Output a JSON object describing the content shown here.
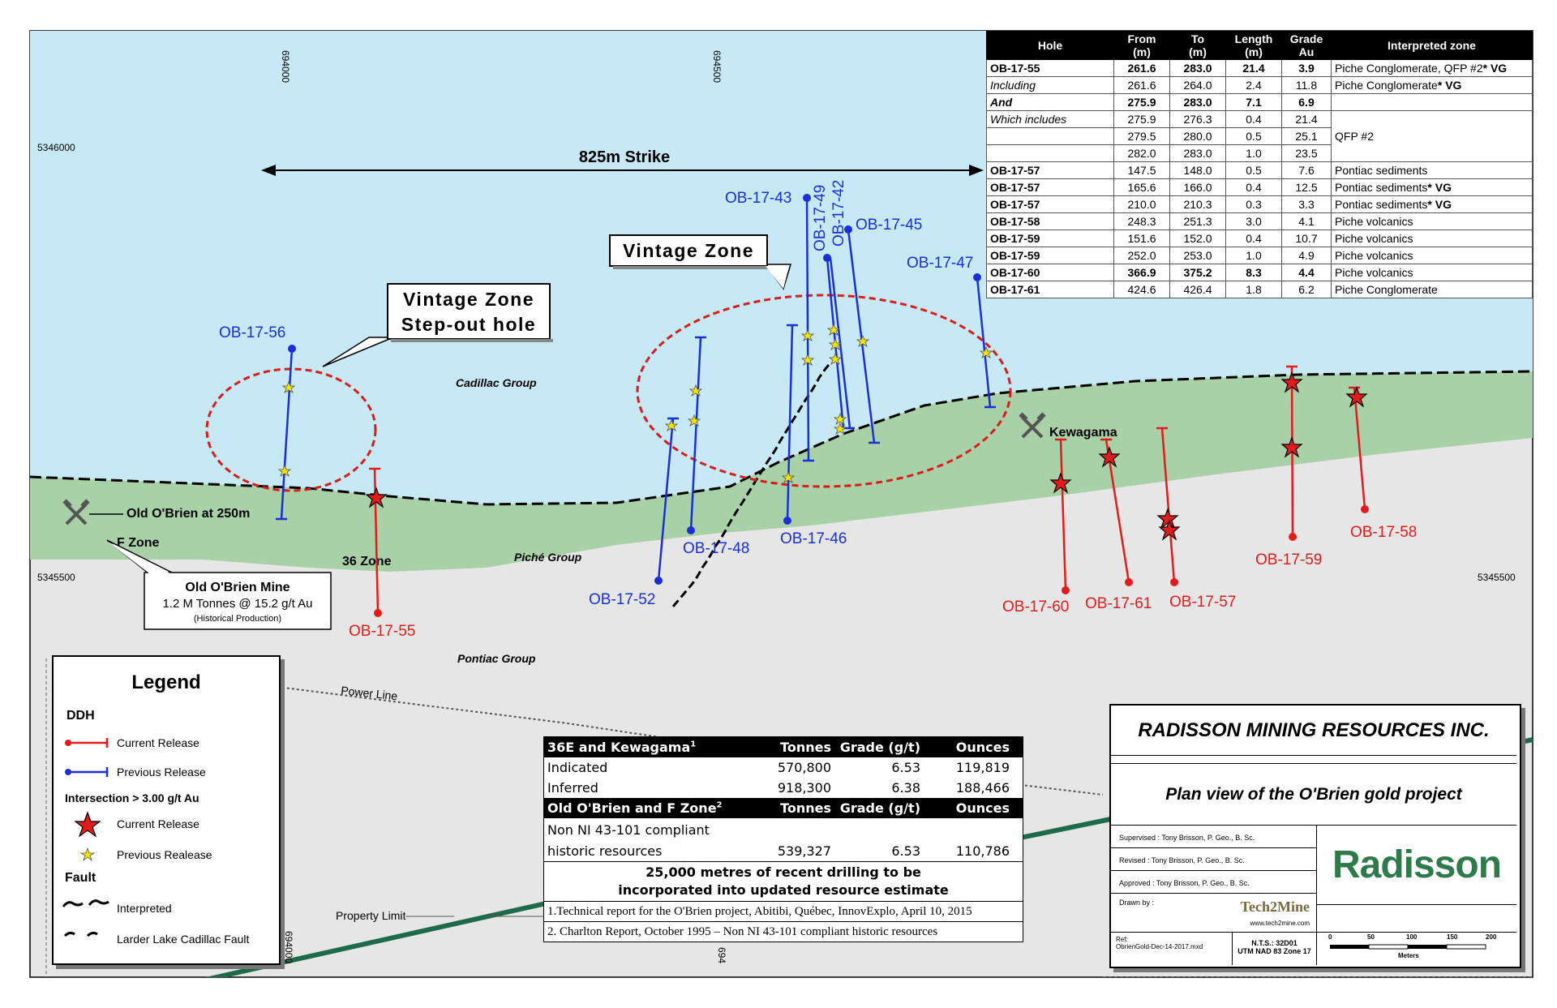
{
  "map": {
    "coordinates": {
      "x_top_left": "694000",
      "x_top_mid": "694500",
      "y_left_upper": "5346000",
      "y_left_lower": "5345500",
      "y_right_lower": "5345500",
      "x_bottom_left": "694000",
      "x_bottom_mid": "694"
    },
    "strike_label": "825m Strike",
    "labels": {
      "vintage_zone": "Vintage Zone",
      "vintage_stepout_line1": "Vintage Zone",
      "vintage_stepout_line2": "Step-out hole",
      "cadillac_group": "Cadillac Group",
      "piche_group": "Piché Group",
      "pontiac_group": "Pontiac Group",
      "kewagama": "Kewagama",
      "old_obrien_250": "Old O'Brien at 250m",
      "f_zone": "F Zone",
      "zone_36": "36 Zone",
      "power_line": "Power Line",
      "property_limit": "Property Limit"
    },
    "mine_box": {
      "title": "Old O'Brien Mine",
      "line2": "1.2 M Tonnes @ 15.2 g/t Au",
      "line3": "(Historical Production)"
    },
    "holes_previous": [
      "OB-17-56",
      "OB-17-52",
      "OB-17-48",
      "OB-17-46",
      "OB-17-43",
      "OB-17-49",
      "OB-17-42",
      "OB-17-45",
      "OB-17-47"
    ],
    "holes_current": [
      "OB-17-55",
      "OB-17-60",
      "OB-17-61",
      "OB-17-57",
      "OB-17-59",
      "OB-17-58"
    ]
  },
  "intercepts": {
    "headers": [
      {
        "l1": "Hole",
        "l2": ""
      },
      {
        "l1": "From",
        "l2": "(m)"
      },
      {
        "l1": "To",
        "l2": "(m)"
      },
      {
        "l1": "Length",
        "l2": "(m)"
      },
      {
        "l1": "Grade",
        "l2": "Au"
      },
      {
        "l1": "Interpreted zone",
        "l2": ""
      }
    ],
    "rows": [
      {
        "hole": "OB-17-55",
        "from": "261.6",
        "to": "283.0",
        "length": "21.4",
        "grade": "3.9",
        "zone": "Piche Conglomerate, QFP #2",
        "vg": "* VG",
        "bold": true
      },
      {
        "hole": "Including",
        "from": "261.6",
        "to": "264.0",
        "length": "2.4",
        "grade": "11.8",
        "zone": "Piche Conglomerate",
        "vg": "* VG",
        "italic": true
      },
      {
        "hole": "And",
        "from": "275.9",
        "to": "283.0",
        "length": "7.1",
        "grade": "6.9",
        "zone": "",
        "vg": "",
        "italic": true,
        "bold": true
      },
      {
        "hole": "Which includes",
        "from": "275.9",
        "to": "276.3",
        "length": "0.4",
        "grade": "21.4",
        "zone": "QFP #2",
        "vg": "",
        "italic": true
      },
      {
        "hole": "",
        "from": "279.5",
        "to": "280.0",
        "length": "0.5",
        "grade": "25.1",
        "zone": "",
        "vg": ""
      },
      {
        "hole": "",
        "from": "282.0",
        "to": "283.0",
        "length": "1.0",
        "grade": "23.5",
        "zone": "",
        "vg": ""
      },
      {
        "hole": "OB-17-57",
        "from": "147.5",
        "to": "148.0",
        "length": "0.5",
        "grade": "7.6",
        "zone": "Pontiac sediments",
        "vg": ""
      },
      {
        "hole": "OB-17-57",
        "from": "165.6",
        "to": "166.0",
        "length": "0.4",
        "grade": "12.5",
        "zone": "Pontiac sediments",
        "vg": "* VG"
      },
      {
        "hole": "OB-17-57",
        "from": "210.0",
        "to": "210.3",
        "length": "0.3",
        "grade": "3.3",
        "zone": "Pontiac sediments",
        "vg": "* VG"
      },
      {
        "hole": "OB-17-58",
        "from": "248.3",
        "to": "251.3",
        "length": "3.0",
        "grade": "4.1",
        "zone": "Piche volcanics",
        "vg": ""
      },
      {
        "hole": "OB-17-59",
        "from": "151.6",
        "to": "152.0",
        "length": "0.4",
        "grade": "10.7",
        "zone": "Piche volcanics",
        "vg": ""
      },
      {
        "hole": "OB-17-59",
        "from": "252.0",
        "to": "253.0",
        "length": "1.0",
        "grade": "4.9",
        "zone": "Piche volcanics",
        "vg": ""
      },
      {
        "hole": "OB-17-60",
        "from": "366.9",
        "to": "375.2",
        "length": "8.3",
        "grade": "4.4",
        "zone": "Piche volcanics",
        "vg": "",
        "bold": true
      },
      {
        "hole": "OB-17-61",
        "from": "424.6",
        "to": "426.4",
        "length": "1.8",
        "grade": "6.2",
        "zone": "Piche Conglomerate",
        "vg": ""
      }
    ]
  },
  "resources": {
    "section1": {
      "title": "36E and Kewagama",
      "sup": "1",
      "tonnes": "Tonnes",
      "grade": "Grade (g/t)",
      "ounces": "Ounces"
    },
    "rows1": [
      {
        "cat": "Indicated",
        "tonnes": "570,800",
        "grade": "6.53",
        "ounces": "119,819"
      },
      {
        "cat": "Inferred",
        "tonnes": "918,300",
        "grade": "6.38",
        "ounces": "188,466"
      }
    ],
    "section2": {
      "title": "Old O'Brien and F Zone",
      "sup": "2",
      "tonnes": "Tonnes",
      "grade": "Grade (g/t)",
      "ounces": "Ounces"
    },
    "hist_line1": "Non NI 43-101 compliant",
    "hist_line2": "historic resources",
    "hist": {
      "tonnes": "539,327",
      "grade": "6.53",
      "ounces": "110,786"
    },
    "note_line1": "25,000 metres of recent drilling to be",
    "note_line2": "incorporated into updated resource estimate",
    "footnote1": "1.Technical report for the O'Brien project, Abitibi, Québec, InnovExplo, April 10, 2015",
    "footnote2": "2. Charlton Report, October 1995 – Non NI 43-101 compliant historic resources"
  },
  "legend": {
    "title": "Legend",
    "ddh": "DDH",
    "current_release": "Current Release",
    "previous_release": "Previous Release",
    "intersection": "Intersection > 3.00 g/t Au",
    "int_current": "Current Release",
    "int_previous": "Previous Realease",
    "fault": "Fault",
    "interpreted": "Interpreted",
    "larder": "Larder Lake Cadillac Fault"
  },
  "title_block": {
    "company": "RADISSON MINING RESOURCES INC.",
    "subtitle": "Plan view of the O'Brien gold project",
    "supervised": "Supervised : Tony Brisson, P. Geo., B. Sc.",
    "revised": "Revised : Tony Brisson, P. Geo., B. Sc.",
    "approved": "Approved : Tony Brisson, P. Geo., B. Sc.",
    "drawn_by": "Drawn by :",
    "tech2mine": "Tech2Mine",
    "tech2mine_url": "www.tech2mine.com",
    "ref_label": "Ref:",
    "ref_value": "ObrienGold-Dec-14-2017.mxd",
    "nts": "N.T.S.: 32D01",
    "utm": "UTM NAD 83 Zone 17",
    "radisson": "Radisson",
    "scale_ticks": [
      "0",
      "50",
      "100",
      "150",
      "200"
    ],
    "scale_unit": "Meters"
  },
  "colors": {
    "water": "#c6e9f5",
    "piche": "#a8d1a8",
    "pontiac": "#e6e6e6",
    "current": "#e31b1b",
    "previous": "#1a2fd6",
    "zone_ellipse": "#d91c1c",
    "property_line": "#1d6b4a",
    "radisson_green": "#2e7a4a"
  }
}
